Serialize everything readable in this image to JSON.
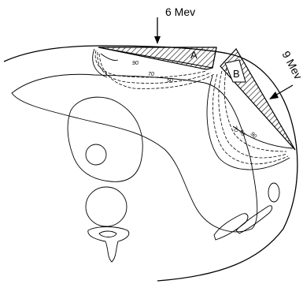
{
  "beams": {
    "top_label": "6 Mev",
    "side_label": "9 Mev"
  },
  "wedges": {
    "a_label": "A",
    "b_label": "B"
  },
  "isodose_top": [
    "90",
    "70",
    "50"
  ],
  "isodose_side": [
    "70",
    "50",
    "90"
  ],
  "colors": {
    "ink": "#000000",
    "background": "#ffffff"
  }
}
